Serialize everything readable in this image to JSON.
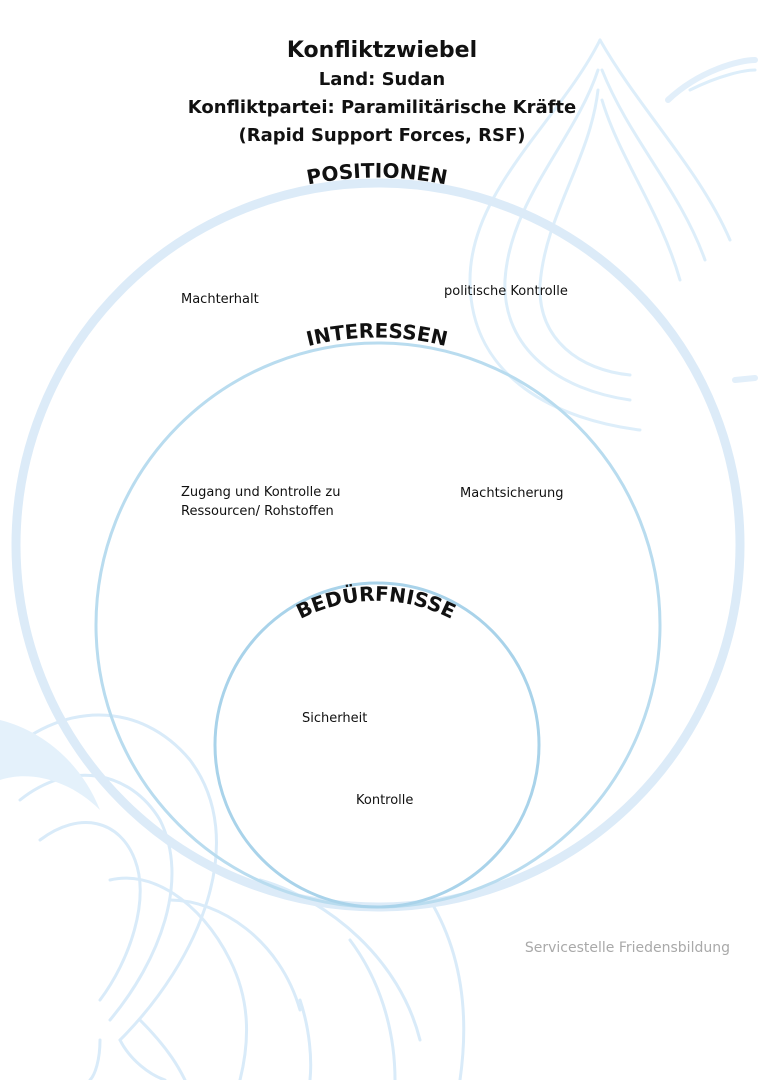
{
  "header": {
    "title": "Konfliktzwiebel",
    "land": "Land: Sudan",
    "partei": "Konfliktpartei: Paramilitärische Kräfte",
    "partei_detail": "(Rapid Support Forces, RSF)"
  },
  "layers": {
    "positionen": {
      "label": "POSITIONEN",
      "items": [
        "Machterhalt",
        "politische Kontrolle"
      ]
    },
    "interessen": {
      "label": "INTERESSEN",
      "items": [
        "Zugang und Kontrolle zu\nRessourcen/ Rohstoffen",
        "Machtsicherung"
      ]
    },
    "beduerfnisse": {
      "label": "BEDÜRFNISSE",
      "items": [
        "Sicherheit",
        "Kontrolle"
      ]
    }
  },
  "footer": {
    "text": "Servicestelle Friedensbildung"
  },
  "colors": {
    "outer_ring": "#dcebf8",
    "middle_ring": "#b9dcef",
    "inner_ring": "#a9d3ea",
    "watermark": "#d6e9f8"
  }
}
